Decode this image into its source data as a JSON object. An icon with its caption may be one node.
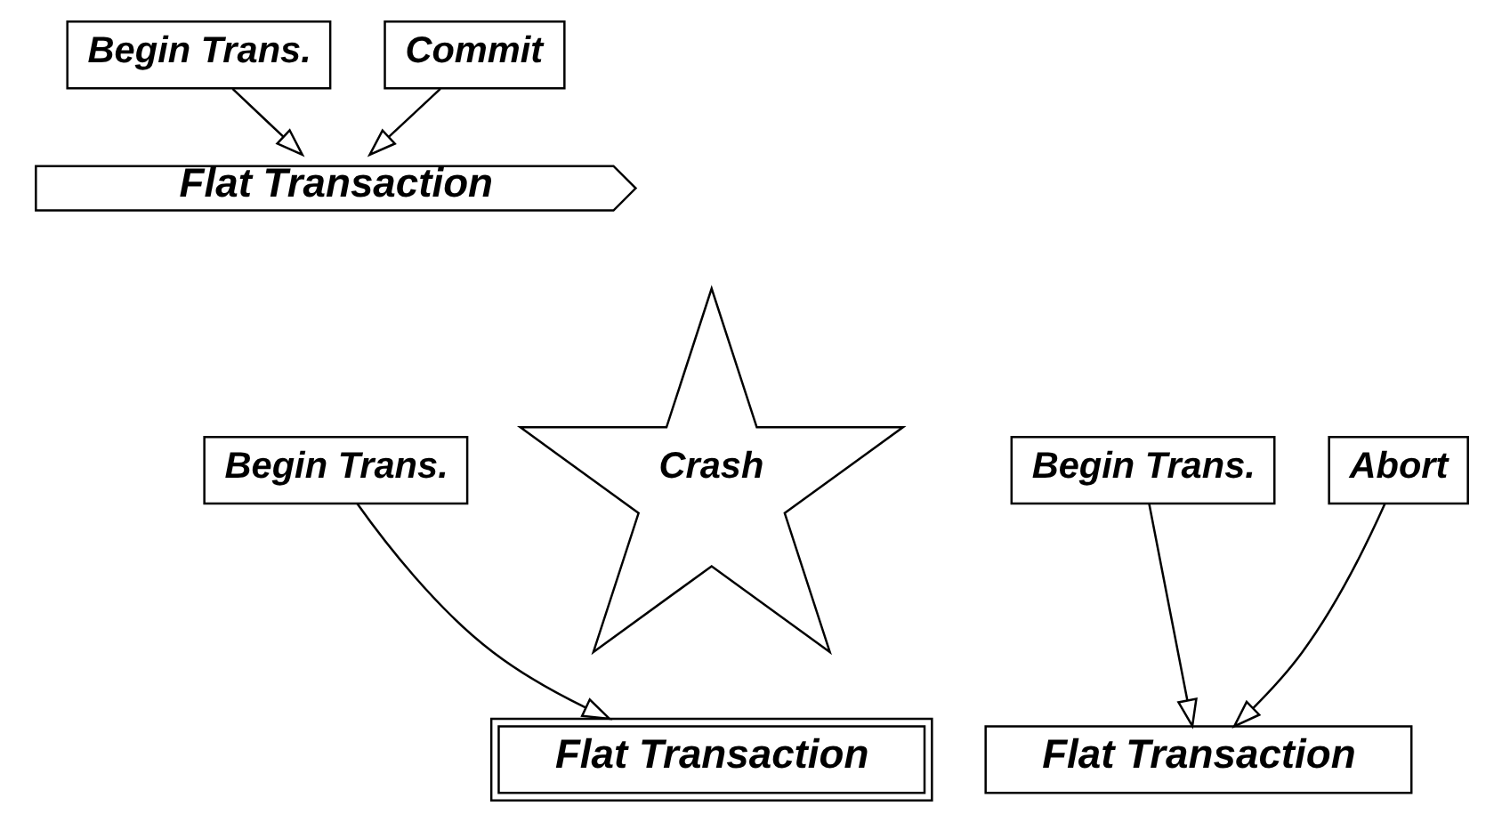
{
  "diagram": {
    "nodes": [
      {
        "text": [
          "Begin Trans."
        ]
      },
      {
        "text": [
          "Commit"
        ]
      },
      {
        "text": [
          "Flat Transaction"
        ]
      },
      {
        "text": [
          "Begin Trans."
        ]
      },
      {
        "text": [
          "Crash"
        ]
      },
      {
        "text": [
          "Flat Transaction"
        ]
      },
      {
        "text": [
          "Begin Trans."
        ]
      },
      {
        "text": [
          "Abort"
        ]
      },
      {
        "text": [
          "Flat Transaction"
        ]
      }
    ],
    "edges": [
      {
        "from": 0,
        "to": 2,
        "arrow": "to"
      },
      {
        "from": 1,
        "to": 2,
        "arrow": "to"
      },
      {
        "from": 3,
        "to": 5,
        "arrow": "to"
      },
      {
        "from": 6,
        "to": 8,
        "arrow": "to"
      },
      {
        "from": 7,
        "to": 8,
        "arrow": "to"
      }
    ]
  }
}
